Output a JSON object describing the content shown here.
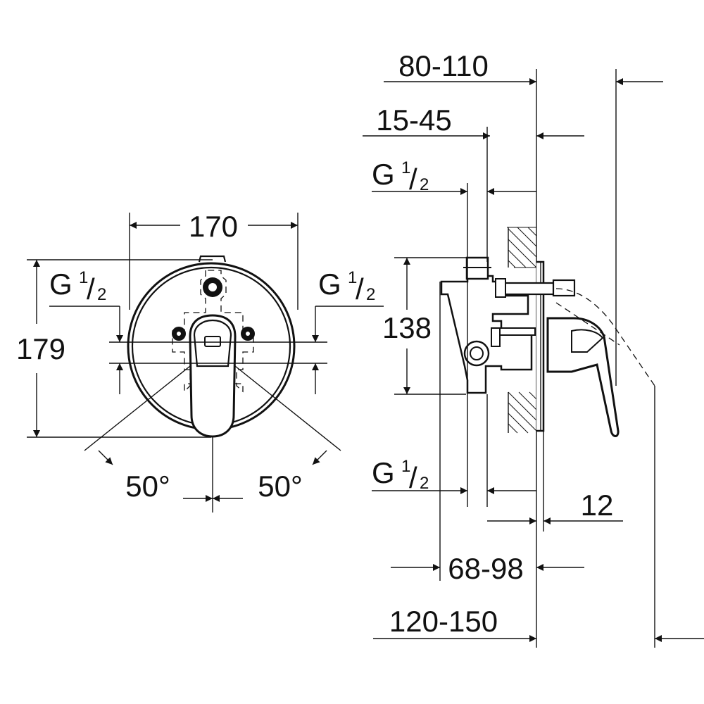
{
  "front_view": {
    "width_dim": "170",
    "height_dim": "179",
    "thread_left": {
      "prefix": "G",
      "num": "1",
      "den": "2"
    },
    "thread_right": {
      "prefix": "G",
      "num": "1",
      "den": "2"
    },
    "angle_left": "50°",
    "angle_right": "50°"
  },
  "side_view": {
    "depth_dim_top": "80-110",
    "depth_dim_mid": "15-45",
    "thread_top": {
      "prefix": "G",
      "num": "1",
      "den": "2"
    },
    "height_dim": "138",
    "thread_bottom": {
      "prefix": "G",
      "num": "1",
      "den": "2"
    },
    "plate_dim": "12",
    "depth_dim_bottom_1": "68-98",
    "depth_dim_bottom_2": "120-150"
  }
}
